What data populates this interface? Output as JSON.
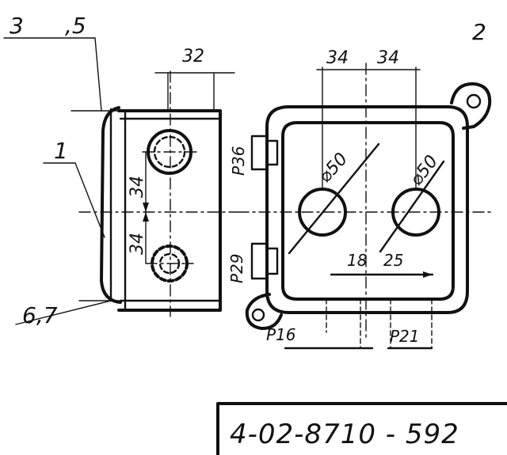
{
  "callouts": {
    "c1": "1",
    "c2": "2",
    "c3a": "3",
    "c3b": ",5",
    "c67": "6,7"
  },
  "dims": {
    "d32": "32",
    "d34a": "34",
    "d34b": "34",
    "s34a": "34",
    "s34b": "34",
    "p36": "P36",
    "p29": "P29",
    "p16": "P16",
    "p21": "P21",
    "phi60a": "⌀50",
    "phi60b": "⌀50",
    "d18": "18",
    "d25": "25"
  },
  "title_block": {
    "code": "4-02-8710 - 592"
  }
}
